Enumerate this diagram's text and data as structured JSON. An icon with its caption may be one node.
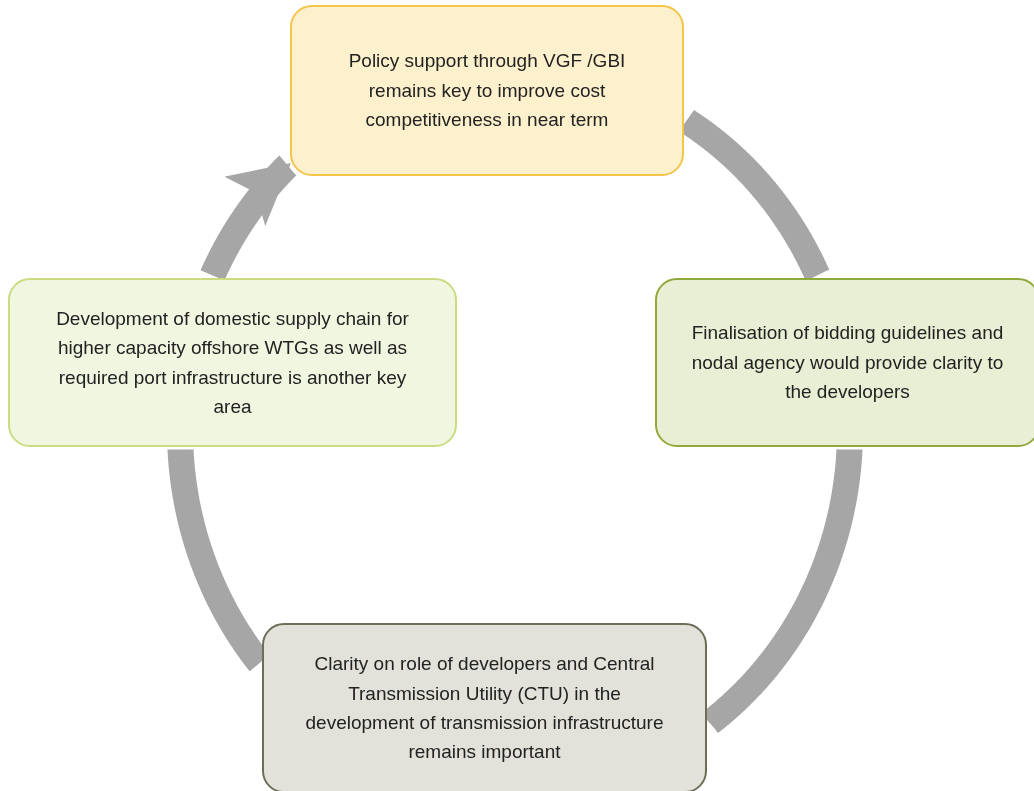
{
  "diagram": {
    "nodes": [
      {
        "text": [
          "Policy support through VGF /GBI remains key to improve cost competitiveness in near term"
        ]
      },
      {
        "text": [
          "Development of domestic supply chain for higher capacity offshore WTGs as well as required port infrastructure is another key area"
        ]
      },
      {
        "text": [
          "Finalisation of bidding guidelines and nodal agency would provide clarity to the developers"
        ]
      },
      {
        "text": [
          "Clarity on role of developers and Central Transmission Utility (CTU) in the development of transmission infrastructure remains important"
        ]
      }
    ],
    "edges": [
      {
        "from": 0,
        "to": 2,
        "arrow": "none"
      },
      {
        "from": 2,
        "to": 3,
        "arrow": "none"
      },
      {
        "from": 3,
        "to": 1,
        "arrow": "none"
      },
      {
        "from": 1,
        "to": 0,
        "arrow": "to"
      }
    ]
  }
}
